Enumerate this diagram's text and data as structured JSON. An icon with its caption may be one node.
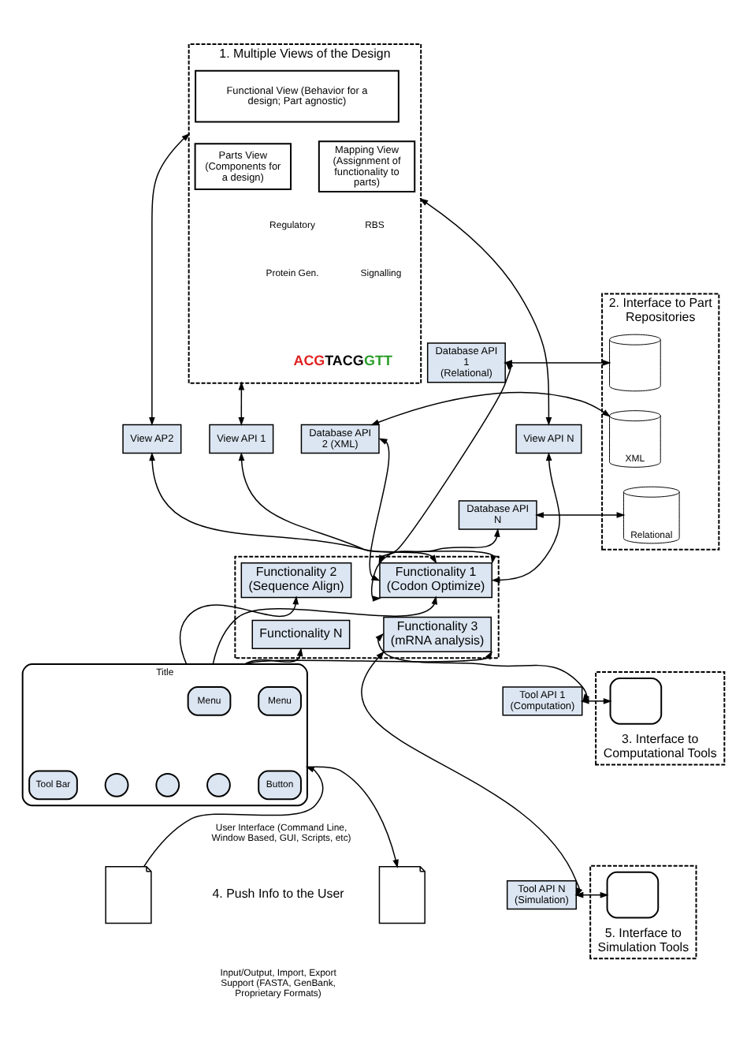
{
  "diagram": {
    "nodes": [
      {
        "text": [
          "1. Multiple Views of the Design"
        ]
      },
      {
        "text": [
          "Functional View (Behavior for a design; Part agnostic)"
        ],
        "in": 0
      },
      {
        "text": [
          "Parts View (Components for a design)"
        ],
        "in": 0
      },
      {
        "text": [
          "Mapping View (Assignment of functionality to parts)"
        ],
        "in": 0
      },
      {
        "text": [
          "View API 1"
        ]
      },
      {
        "text": [
          "View AP2"
        ]
      },
      {
        "text": [
          "View API N"
        ]
      },
      {
        "text": [],
        "shape": "box"
      },
      {
        "text": [
          "Functionality 1",
          "(Codon Optimize)"
        ],
        "in": 7
      },
      {
        "text": [
          "Functionality 2",
          "(Sequence Align)"
        ],
        "in": 7
      },
      {
        "text": [
          "Functionality 3",
          "(mRNA analysis)"
        ],
        "in": 7
      },
      {
        "text": [
          "Functionality N"
        ],
        "in": 7
      },
      {
        "text": [
          "2. Interface to Part Repositories"
        ]
      },
      {
        "text": [],
        "shape": "cylinder",
        "in": 12
      },
      {
        "text": [
          "XML"
        ],
        "in": 12
      },
      {
        "text": [
          "Relational"
        ],
        "in": 12
      },
      {
        "text": [
          "Database API 1 (Relational)"
        ]
      },
      {
        "text": [
          "Database API 2 (XML)"
        ]
      },
      {
        "text": [
          "Database API N"
        ]
      },
      {
        "text": [
          "3. Interface to Computational Tools"
        ]
      },
      {
        "text": [],
        "shape": "box",
        "in": 19
      },
      {
        "text": [
          "Tool API 1 (Computation)"
        ]
      },
      {
        "text": [
          "5. Interface to Simulation Tools"
        ]
      },
      {
        "text": [],
        "shape": "box",
        "in": 22
      },
      {
        "text": [
          "Tool API N (Simulation)"
        ]
      },
      {
        "text": [
          "Title"
        ]
      },
      {
        "text": [
          "Menu"
        ],
        "in": 25
      },
      {
        "text": [
          "Menu"
        ],
        "in": 25
      },
      {
        "text": [
          "Button"
        ],
        "in": 25
      },
      {
        "text": [],
        "shape": "circle",
        "in": 25
      },
      {
        "text": [],
        "shape": "circle",
        "in": 25
      },
      {
        "text": [],
        "shape": "circle",
        "in": 25
      },
      {
        "text": [
          "Tool Bar"
        ],
        "in": 25
      },
      {
        "text": [],
        "shape": "document"
      },
      {
        "text": [],
        "shape": "document"
      }
    ],
    "edges": [
      {
        "from": 13,
        "to": 16,
        "arrow": "both"
      },
      {
        "from": 14,
        "to": 17,
        "arrow": "both"
      },
      {
        "from": 15,
        "to": 18,
        "arrow": "both"
      },
      {
        "from": 20,
        "to": 21,
        "arrow": "both"
      },
      {
        "from": 23,
        "to": 24,
        "arrow": "both"
      },
      {
        "from": 16,
        "to": 8,
        "arrow": "both"
      },
      {
        "from": 17,
        "to": 8,
        "arrow": "both"
      },
      {
        "from": 18,
        "to": 8,
        "arrow": "both"
      },
      {
        "from": 21,
        "to": 10,
        "arrow": "both"
      },
      {
        "from": 24,
        "to": 10,
        "arrow": "both"
      },
      {
        "from": 4,
        "to": 0,
        "arrow": "both"
      },
      {
        "from": 5,
        "to": 0,
        "arrow": "both"
      },
      {
        "from": 6,
        "to": 0,
        "arrow": "both"
      },
      {
        "from": 4,
        "to": 8,
        "arrow": "both"
      },
      {
        "from": 5,
        "to": 8,
        "arrow": "both"
      },
      {
        "from": 6,
        "to": 8,
        "arrow": "both"
      },
      {
        "from": 25,
        "to": 8,
        "arrow": "to"
      },
      {
        "from": 25,
        "to": 9,
        "arrow": "to"
      },
      {
        "from": 25,
        "to": 10,
        "arrow": "to"
      },
      {
        "from": 25,
        "to": 11,
        "arrow": "to"
      },
      {
        "from": 33,
        "to": 25,
        "arrow": "to"
      },
      {
        "from": 25,
        "to": 34,
        "arrow": "to"
      }
    ],
    "labels": [
      "RBS",
      "Regulatory",
      "Signalling",
      "Protein Gen.",
      "ACGTACGGTT",
      "User Interface (Command Line, Window Based, GUI, Scripts, etc)",
      "4. Push Info to the User",
      "Input/Output, Import, Export Support (FASTA, GenBank, Proprietary Formats)"
    ]
  }
}
